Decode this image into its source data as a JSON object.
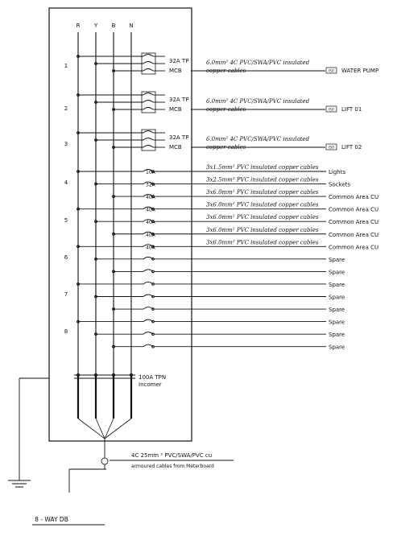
{
  "phase_labels": [
    "R",
    "Y",
    "B",
    "N"
  ],
  "way_numbers": [
    "1",
    "2",
    "3",
    "4",
    "5",
    "6",
    "7",
    "8"
  ],
  "mcb_circuits": [
    {
      "rating": "32A TP",
      "type": "MCB",
      "cable_line1": "6.0mm² 4C PVC/SWA/PVC insulated",
      "cable_line2": "copper cables",
      "load": "WATER PUMP",
      "isolator_tag": "ISO"
    },
    {
      "rating": "32A TP",
      "type": "MCB",
      "cable_line1": "6.0mm² 4C PVC/SWA/PVC insulated",
      "cable_line2": "copper cables",
      "load": "LIFT 01",
      "isolator_tag": "ISO"
    },
    {
      "rating": "32A TP",
      "type": "MCB",
      "cable_line1": "6.0mm² 4C PVC/SWA/PVC insulated",
      "cable_line2": "copper cables",
      "load": "LIFT 02",
      "isolator_tag": "ISO"
    }
  ],
  "sp_circuits": [
    {
      "rating": "10A",
      "cable": "3x1.5mm² PVC insulated copper cables",
      "load": "Lights"
    },
    {
      "rating": "32A",
      "cable": "3x2.5mm² PVC insulated copper cables",
      "load": "Sockets"
    },
    {
      "rating": "40A",
      "cable": "3x6.0mm² PVC insulated copper cables",
      "load": "Common Area CU"
    },
    {
      "rating": "40A",
      "cable": "3x6.0mm² PVC insulated copper cables",
      "load": "Common Area CU"
    },
    {
      "rating": "40A",
      "cable": "3x6.0mm² PVC insulated copper cables",
      "load": "Common Area CU"
    },
    {
      "rating": "40A",
      "cable": "3x6.0mm² PVC insulated copper cables",
      "load": "Common Area CU"
    },
    {
      "rating": "40A",
      "cable": "3x6.0mm² PVC insulated copper cables",
      "load": "Common Area CU"
    },
    {
      "rating": "",
      "cable": "",
      "load": "Spare"
    },
    {
      "rating": "",
      "cable": "",
      "load": "Spare"
    },
    {
      "rating": "",
      "cable": "",
      "load": "Spare"
    },
    {
      "rating": "",
      "cable": "",
      "load": "Spare"
    },
    {
      "rating": "",
      "cable": "",
      "load": "Spare"
    },
    {
      "rating": "",
      "cable": "",
      "load": "Spare"
    },
    {
      "rating": "",
      "cable": "",
      "load": "Spare"
    },
    {
      "rating": "",
      "cable": "",
      "load": "Spare"
    }
  ],
  "incomer": {
    "line1": "100A TPN",
    "line2": "Incomer"
  },
  "supply_cable": {
    "line1": "4C 25mm ² PVC/SWA/PVC cu",
    "line2": "armoured cables from Meterboard"
  },
  "board_title": "8 - WAY DB",
  "colors": {
    "ink": "#111111",
    "iso_tag": "#c0392b"
  }
}
